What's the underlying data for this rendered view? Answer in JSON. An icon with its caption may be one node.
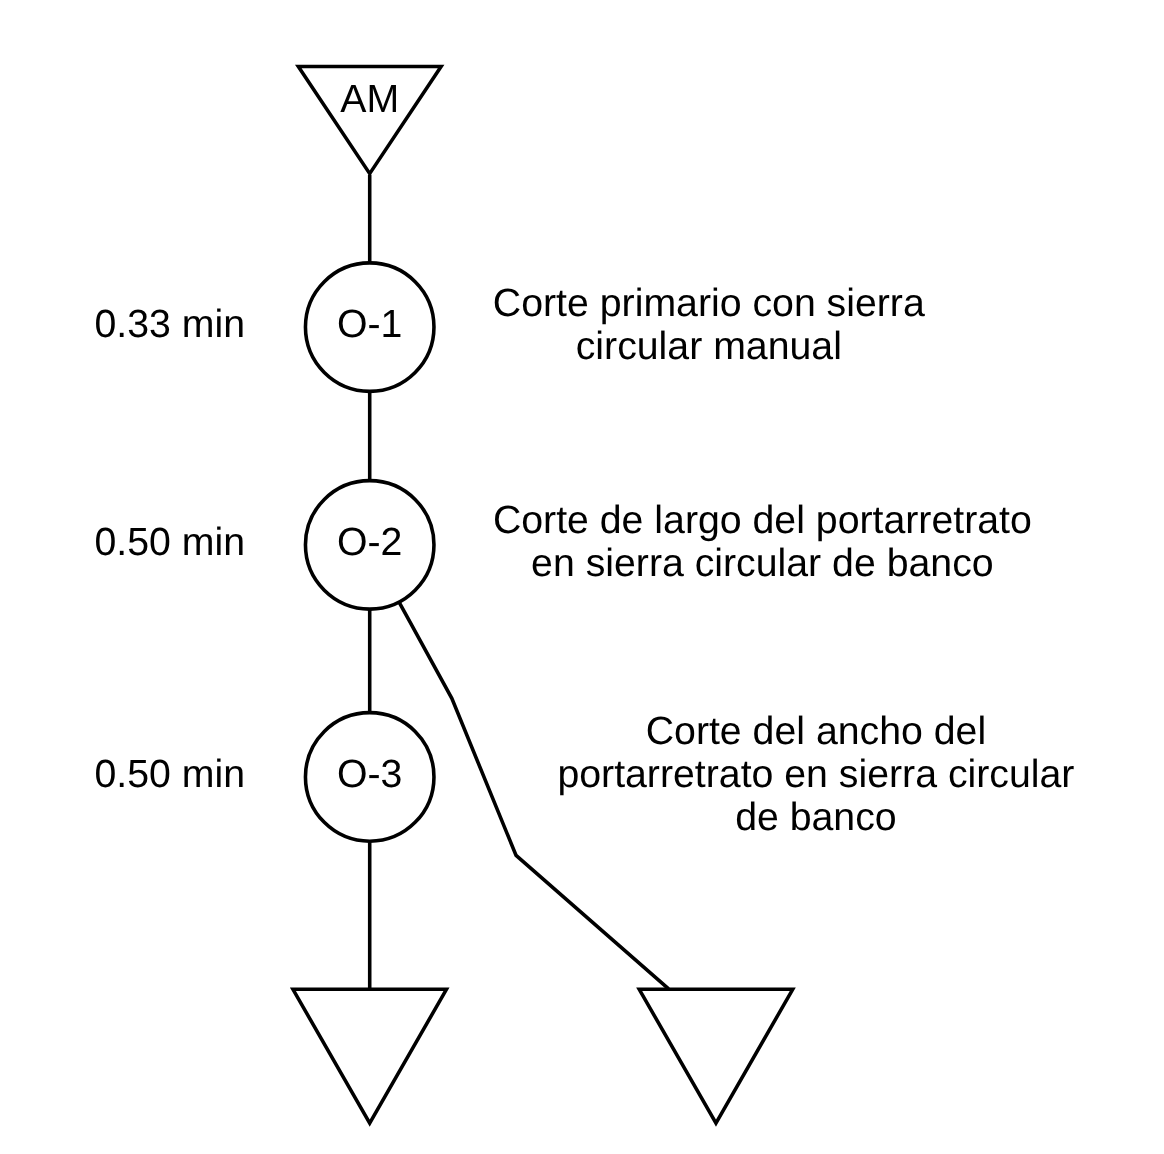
{
  "diagram": {
    "nodes": [
      {
        "text": [
          "AM"
        ]
      },
      {
        "text": [
          "O-1"
        ],
        "beside": [
          "0.33 min",
          "Corte primario con sierra circular manual"
        ]
      },
      {
        "text": [
          "O-2"
        ],
        "beside": [
          "0.50 min",
          "Corte de largo del portarretrato en sierra circular de banco"
        ]
      },
      {
        "text": [
          "O-3"
        ],
        "beside": [
          "0.50 min",
          "Corte del ancho del portarretrato en sierra circular de banco"
        ]
      },
      {
        "text": [],
        "shape": "triangle"
      },
      {
        "text": [],
        "shape": "triangle"
      }
    ],
    "edges": [
      {
        "from": 0,
        "to": 1,
        "arrow": "none"
      },
      {
        "from": 1,
        "to": 2,
        "arrow": "none"
      },
      {
        "from": 2,
        "to": 3,
        "arrow": "none"
      },
      {
        "from": 2,
        "to": 5,
        "arrow": "none"
      },
      {
        "from": 3,
        "to": 4,
        "arrow": "none"
      }
    ]
  }
}
